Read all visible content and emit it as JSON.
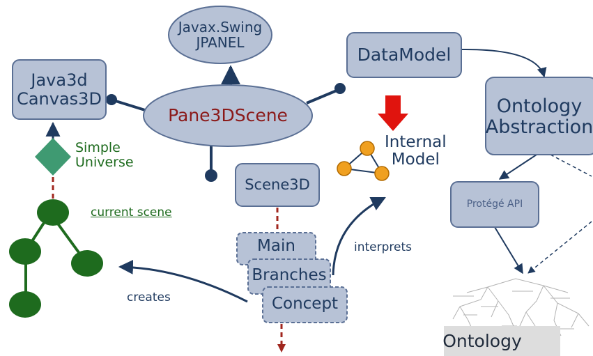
{
  "nodes": {
    "swing": {
      "line1": "Javax.Swing",
      "line2": "JPANEL"
    },
    "java3d": {
      "line1": "Java3d",
      "line2": "Canvas3D"
    },
    "pane": {
      "label": "Pane3DScene"
    },
    "datamodel": {
      "label": "DataModel"
    },
    "ontology_abs": {
      "line1": "Ontology",
      "line2": "Abstraction"
    },
    "simple_universe": {
      "line1": "Simple",
      "line2": "Universe"
    },
    "internal_model": {
      "line1": "Internal",
      "line2": "Model"
    },
    "scene3d": {
      "label": "Scene3D"
    },
    "protege": {
      "label": "Protégé API"
    },
    "main": {
      "label": "Main"
    },
    "branches": {
      "label": "Branches"
    },
    "concept": {
      "label": "Concept"
    },
    "ontology": {
      "label": "Ontology"
    }
  },
  "labels": {
    "current_scene": "current scene",
    "interprets": "interprets",
    "creates": "creates"
  },
  "colors": {
    "box_fill": "#b7c2d6",
    "box_stroke": "#5a6f94",
    "text_blue": "#1f3a5f",
    "pane_text": "#8b1a1a",
    "green": "#1e6b1e",
    "diamond": "#3f9a72",
    "orange": "#f0a020",
    "red_arrow": "#e0140e",
    "dash_red": "#a0261e"
  }
}
